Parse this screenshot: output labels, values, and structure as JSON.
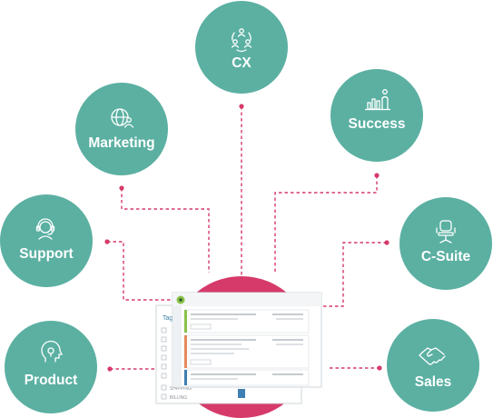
{
  "colors": {
    "node_fill": "#5bb0a2",
    "connector": "#d63a6a",
    "hub": "#d63a6a",
    "icon_stroke": "#ffffff",
    "panel_border": "#cfd5da",
    "accent_green": "#8bc34a",
    "accent_orange": "#e58a5b",
    "accent_blue": "#3f7fb3"
  },
  "nodes": [
    {
      "id": "cx",
      "label": "CX",
      "icon": "people-cycle-icon"
    },
    {
      "id": "marketing",
      "label": "Marketing",
      "icon": "globe-user-icon"
    },
    {
      "id": "success",
      "label": "Success",
      "icon": "bar-chart-person-icon"
    },
    {
      "id": "support",
      "label": "Support",
      "icon": "headset-icon"
    },
    {
      "id": "c-suite",
      "label": "C-Suite",
      "icon": "office-chair-icon"
    },
    {
      "id": "product",
      "label": "Product",
      "icon": "head-lightbulb-icon"
    },
    {
      "id": "sales",
      "label": "Sales",
      "icon": "handshake-icon"
    }
  ],
  "app_mock": {
    "tags_header": "Tag",
    "tags": [
      "SHIPPING",
      "BILLING"
    ]
  }
}
